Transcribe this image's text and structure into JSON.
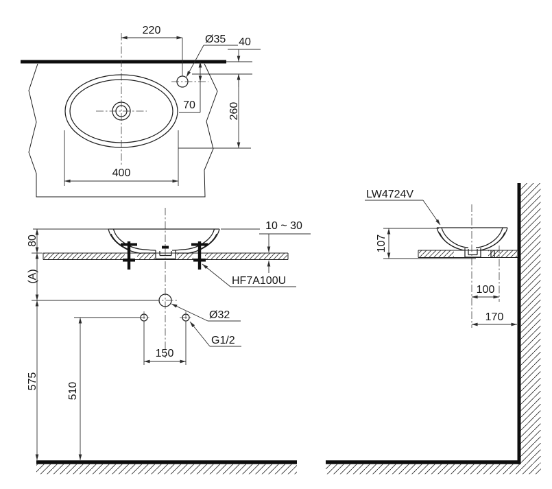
{
  "colors": {
    "line": "#1d1d1d",
    "dimension": "#2c2c2c",
    "background": "#ffffff"
  },
  "plan_view": {
    "faucet_offset_from_center": "220",
    "faucet_hole_diameter": "Ø35",
    "rim_to_wall_gap": "40",
    "faucet_center_from_wall": "70",
    "basin_depth": "260",
    "basin_width": "400"
  },
  "front_view": {
    "rim_above_counter": "80",
    "counter_height_ref": "(A)",
    "counter_thickness_range": "10 ~ 30",
    "fixing_kit_code": "HF7A100U",
    "waste_diameter": "Ø32",
    "supply_connection": "G1/2",
    "supply_hole_spacing": "150",
    "waste_height_from_floor": "575",
    "supply_height_from_floor": "510"
  },
  "side_view": {
    "product_code": "LW4724V",
    "basin_height": "107",
    "center_to_fixing_hole": "100",
    "center_to_wall": "170"
  }
}
